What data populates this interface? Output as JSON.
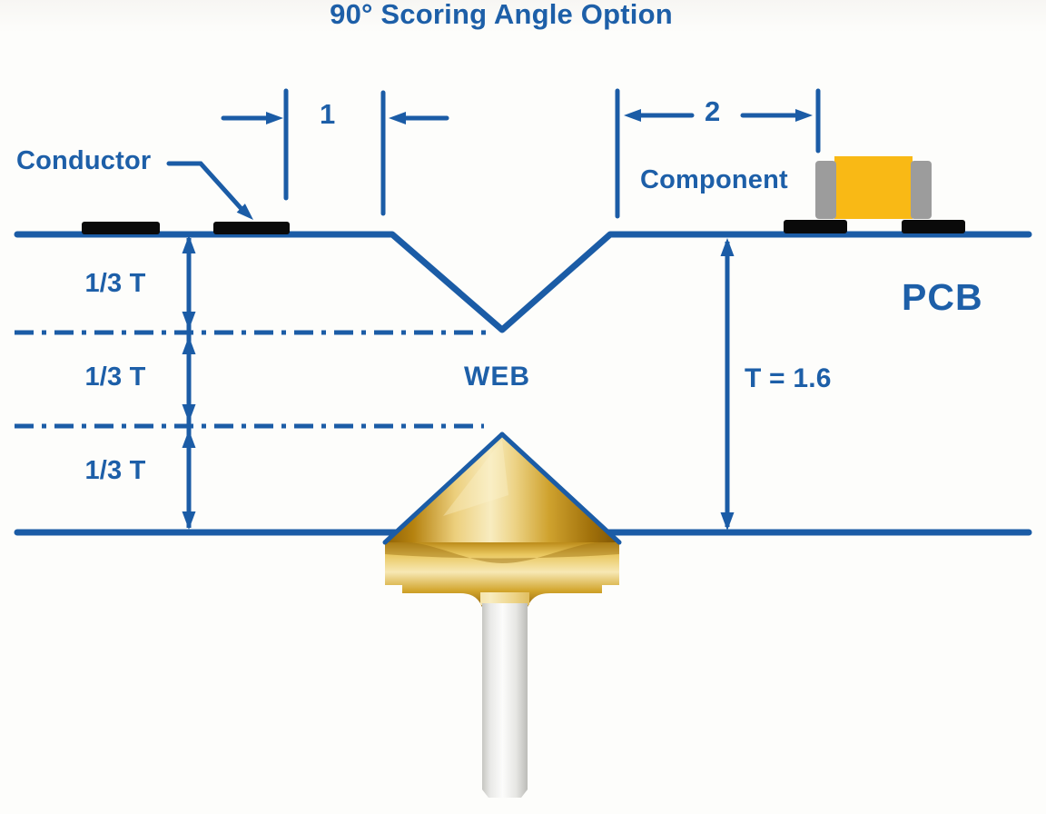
{
  "title": "90° Scoring Angle Option",
  "diagram": {
    "labels": {
      "conductor": "Conductor",
      "component": "Component",
      "pcb": "PCB",
      "web": "WEB",
      "thickness": "T = 1.6",
      "third_top": "1/3 T",
      "third_mid": "1/3 T",
      "third_bottom": "1/3 T",
      "dim_1": "1",
      "dim_2": "2"
    },
    "values": {
      "scoring_angle": "90°",
      "board_thickness": "1.6",
      "score_depth_each_section": "1/3 T"
    },
    "colors": {
      "line_blue": "#1b5ca6",
      "text_blue": "#1d5fa8",
      "conductor_black": "#0a0a0a",
      "component_body_yellow": "#f9b915",
      "component_terminal_gray": "#9c9c9c",
      "cutter_gold_highlight": "#f8ecc0",
      "cutter_gold_dark": "#8a5c08",
      "shank_white": "#f4f4f2",
      "background": "#fbfbf8"
    }
  }
}
